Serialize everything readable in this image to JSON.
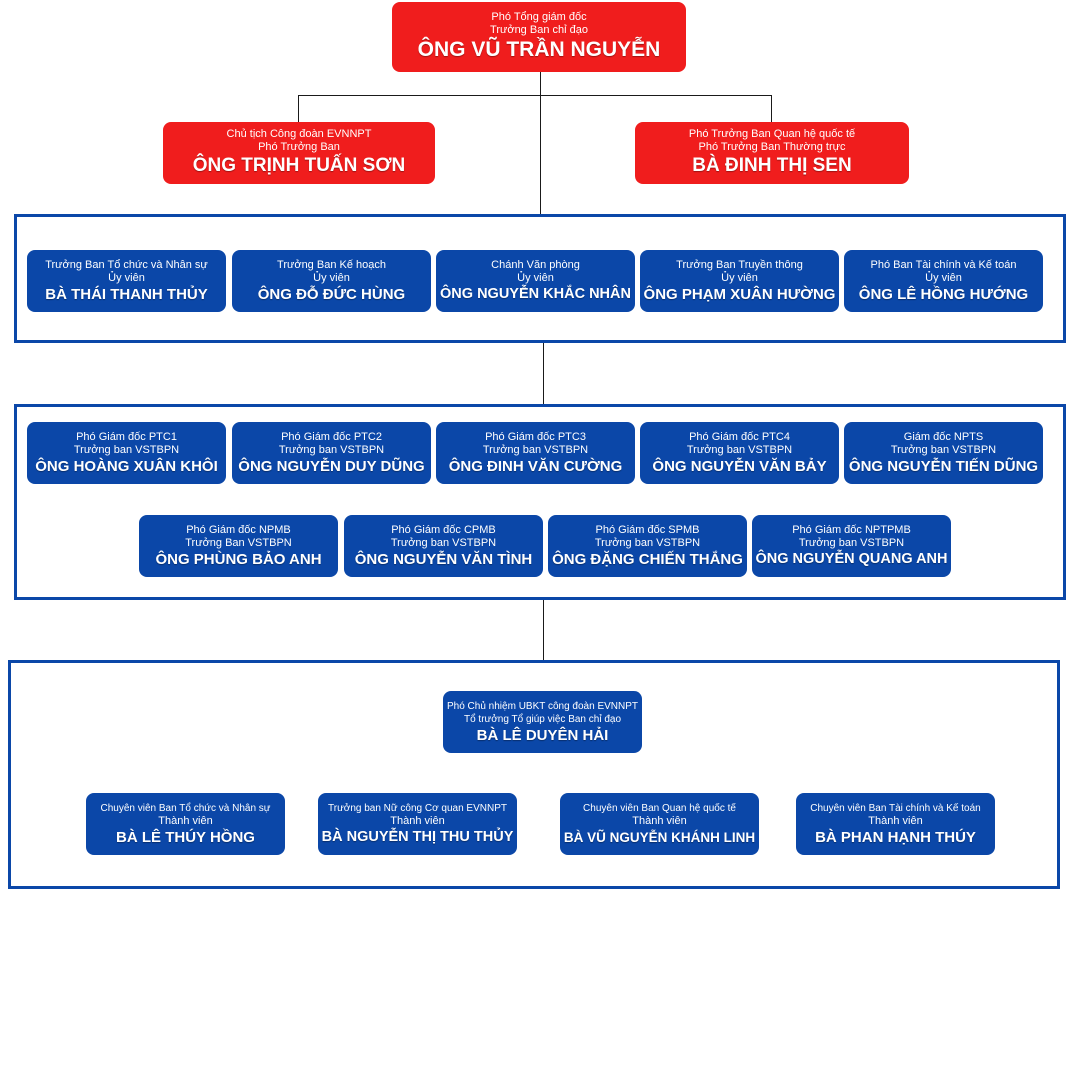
{
  "top": {
    "line1": "Phó Tổng giám đốc",
    "line2": "Trưởng Ban chỉ đạo",
    "name": "ÔNG VŨ TRẦN NGUYỄN"
  },
  "deputies": [
    {
      "line1": "Chủ tịch Công đoàn EVNNPT",
      "line2": "Phó Trưởng Ban",
      "name": "ÔNG TRỊNH TUẤN SƠN"
    },
    {
      "line1": "Phó Trưởng Ban Quan hệ quốc tế",
      "line2": "Phó Trưởng Ban Thường trực",
      "name": "BÀ ĐINH THỊ SEN"
    }
  ],
  "members": [
    {
      "line1": "Trưởng Ban Tổ chức và Nhân sự",
      "line2": "Ủy viên",
      "name": "BÀ THÁI THANH THỦY"
    },
    {
      "line1": "Trưởng Ban Kế hoạch",
      "line2": "Ủy viên",
      "name": "ÔNG ĐỖ ĐỨC HÙNG"
    },
    {
      "line1": "Chánh Văn phòng",
      "line2": "Ủy viên",
      "name": "ÔNG NGUYỄN KHẮC NHÂN"
    },
    {
      "line1": "Trưởng Ban Truyền thông",
      "line2": "Ủy viên",
      "name": "ÔNG PHẠM XUÂN HƯỜNG"
    },
    {
      "line1": "Phó Ban Tài chính và Kế toán",
      "line2": "Ủy viên",
      "name": "ÔNG LÊ HỒNG HƯỚNG"
    }
  ],
  "units_row1": [
    {
      "line1": "Phó Giám đốc PTC1",
      "line2": "Trưởng ban VSTBPN",
      "name": "ÔNG HOÀNG XUÂN KHÔI"
    },
    {
      "line1": "Phó Giám đốc PTC2",
      "line2": "Trưởng ban VSTBPN",
      "name": "ÔNG NGUYỄN DUY DŨNG"
    },
    {
      "line1": "Phó Giám đốc PTC3",
      "line2": "Trưởng ban VSTBPN",
      "name": "ÔNG ĐINH VĂN CƯỜNG"
    },
    {
      "line1": "Phó Giám đốc PTC4",
      "line2": "Trưởng ban VSTBPN",
      "name": "ÔNG NGUYỄN VĂN BẢY"
    },
    {
      "line1": "Giám đốc NPTS",
      "line2": "Trưởng ban VSTBPN",
      "name": "ÔNG NGUYỄN TIẾN DŨNG"
    }
  ],
  "units_row2": [
    {
      "line1": "Phó Giám đốc NPMB",
      "line2": "Trưởng Ban VSTBPN",
      "name": "ÔNG PHÙNG BẢO ANH"
    },
    {
      "line1": "Phó Giám đốc CPMB",
      "line2": "Trưởng ban VSTBPN",
      "name": "ÔNG NGUYỄN VĂN TÌNH"
    },
    {
      "line1": "Phó Giám đốc SPMB",
      "line2": "Trưởng ban VSTBPN",
      "name": "ÔNG ĐẶNG CHIẾN THẮNG"
    },
    {
      "line1": "Phó Giám đốc NPTPMB",
      "line2": "Trưởng ban VSTBPN",
      "name": "ÔNG NGUYỄN QUANG ANH"
    }
  ],
  "team_lead": {
    "line1": "Phó Chủ nhiệm UBKT công đoàn EVNNPT",
    "line2": "Tổ trưởng Tổ giúp việc Ban chỉ đạo",
    "name": "BÀ LÊ DUYÊN HẢI"
  },
  "team_members": [
    {
      "line1": "Chuyên viên Ban Tổ chức và Nhân sự",
      "line2": "Thành viên",
      "name": "BÀ LÊ THÚY HỒNG"
    },
    {
      "line1": "Trưởng ban Nữ công Cơ quan EVNNPT",
      "line2": "Thành viên",
      "name": "BÀ NGUYỄN THỊ THU THỦY"
    },
    {
      "line1": "Chuyên viên Ban Quan hệ quốc tế",
      "line2": "Thành viên",
      "name": "BÀ VŨ NGUYỄN KHÁNH LINH"
    },
    {
      "line1": "Chuyên viên Ban Tài chính và Kế toán",
      "line2": "Thành viên",
      "name": "BÀ PHAN HẠNH THÚY"
    }
  ],
  "colors": {
    "red": "#f01d1d",
    "blue": "#0b47a8"
  }
}
